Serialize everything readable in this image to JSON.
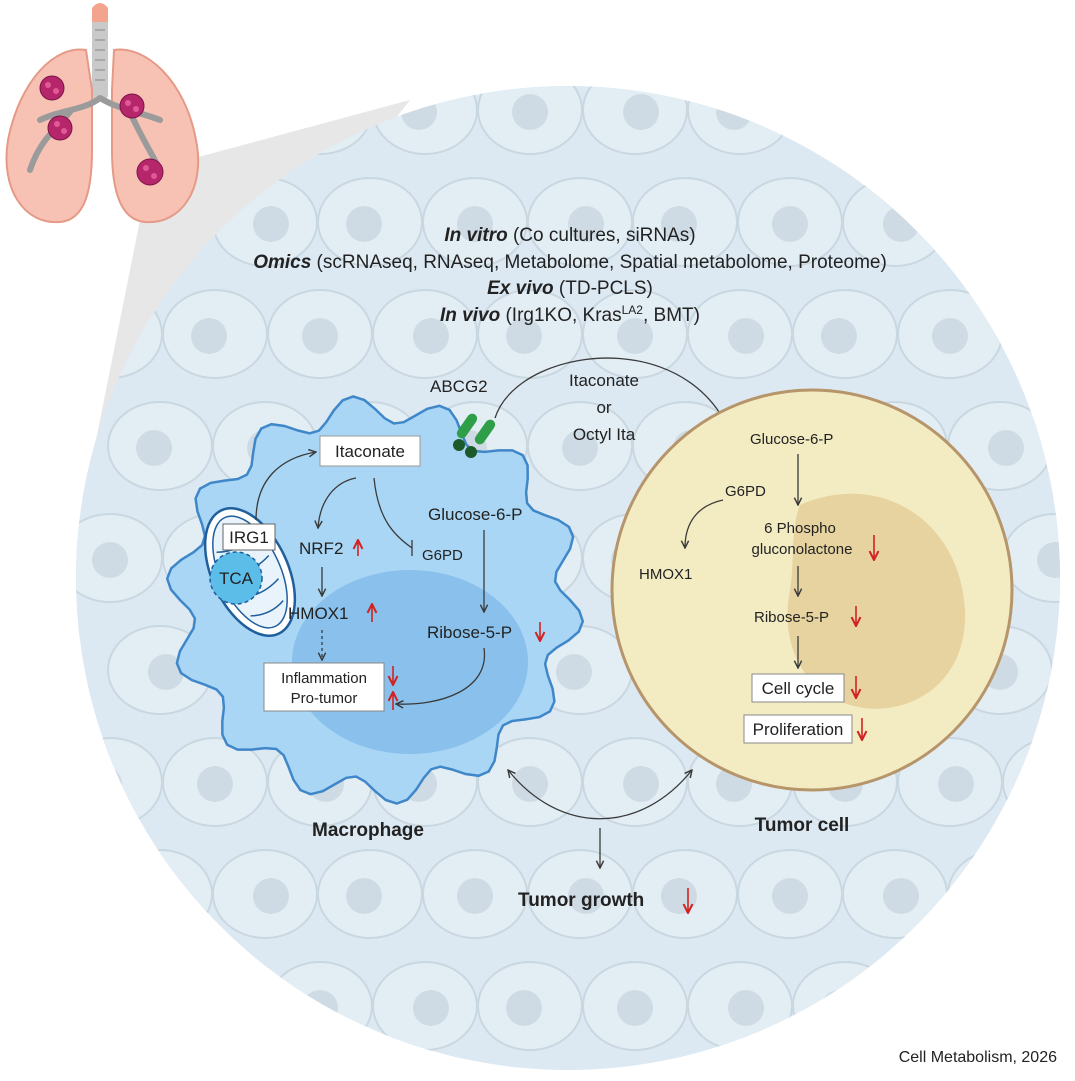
{
  "header": {
    "line1": {
      "lead": "In vitro",
      "rest": " (Co cultures, siRNAs)"
    },
    "line2": {
      "lead": "Omics",
      "rest": " (scRNAseq, RNAseq, Metabolome, Spatial metabolome, Proteome)"
    },
    "line3": {
      "lead": "Ex vivo",
      "rest": " (TD-PCLS)"
    },
    "line4": {
      "lead": "In vivo",
      "pre": " (Irg1KO, Kras",
      "sup": "LA2",
      "post": ", BMT)"
    }
  },
  "transporter": {
    "label": "ABCG2"
  },
  "treatment": {
    "line1": "Itaconate",
    "line2": "or",
    "line3": "Octyl Ita"
  },
  "macrophage": {
    "title": "Macrophage",
    "itaconate": "Itaconate",
    "irg1": "IRG1",
    "tca": "TCA",
    "nrf2": "NRF2",
    "g6pd": "G6PD",
    "glucose": "Glucose-6-P",
    "hmox1": "HMOX1",
    "ribose": "Ribose-5-P",
    "inflammation": "Inflammation",
    "protumor": "Pro-tumor"
  },
  "tumor": {
    "title": "Tumor cell",
    "glucose": "Glucose-6-P",
    "g6pd": "G6PD",
    "phospho1": "6 Phospho",
    "phospho2": "gluconolactone",
    "hmox1": "HMOX1",
    "ribose": "Ribose-5-P",
    "cellcycle": "Cell cycle",
    "proliferation": "Proliferation"
  },
  "outcome": {
    "label": "Tumor growth"
  },
  "credit": "Cell Metabolism, 2026",
  "colors": {
    "background_circle": "#dce9f3",
    "macrophage_fill": "#a9d6f5",
    "macrophage_nucleus": "#7fb9e8",
    "tumor_fill": "#f3ecc3",
    "tumor_nucleus": "#e3cf9a",
    "transporter": "#2e9e48",
    "lung": "#f7c2b4",
    "nodule": "#b5266b",
    "down_up_arrows": "#d22222"
  }
}
